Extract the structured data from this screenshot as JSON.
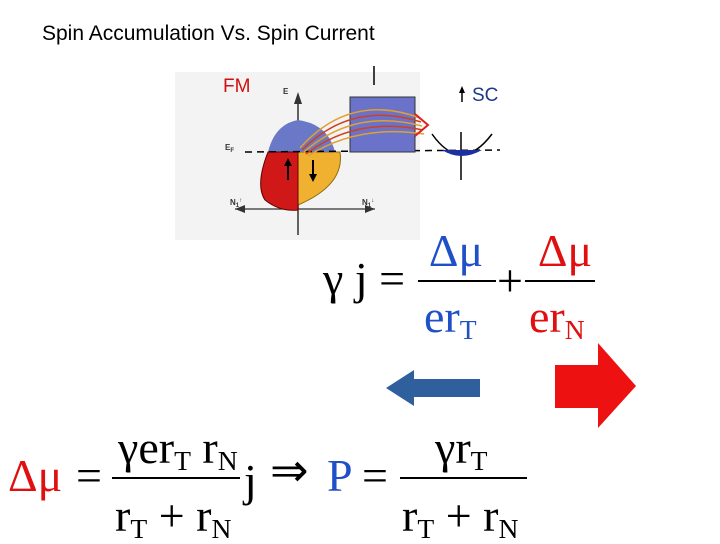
{
  "slide": {
    "title": "Spin Accumulation Vs. Spin Current"
  },
  "figure": {
    "fm_label": "FM",
    "sc_label": "SC",
    "axis_e": "E",
    "axis_ef": "E",
    "axis_ef_sub": "F",
    "axis_n_up": "N",
    "axis_n_up_sub": "1",
    "axis_n_up_sup": "↑",
    "axis_n_down": "N",
    "axis_n_down_sub": "1",
    "axis_n_down_sup": "↓",
    "barrier_label": "I"
  },
  "equation1": {
    "lhs": "γ j =",
    "num1": "Δμ",
    "den1_main": "er",
    "den1_sub": "T",
    "plus": "+",
    "num2": "Δμ",
    "den2_main": "er",
    "den2_sub": "N"
  },
  "equation2": {
    "lhs": "Δμ",
    "eq": "=",
    "num_a": "γer",
    "num_a_sub": "T",
    "num_b": " r",
    "num_b_sub": "N",
    "den_a": "r",
    "den_a_sub": "T",
    "den_plus": " + r",
    "den_b_sub": "N",
    "after": "j",
    "implies": "⇒",
    "p": "P",
    "p_eq": "=",
    "p_num": "γr",
    "p_num_sub": "T",
    "p_den_a": "r",
    "p_den_a_sub": "T",
    "p_den_plus": " + r",
    "p_den_b_sub": "N"
  },
  "colors": {
    "blue_arrow": "#2f5f9c",
    "red_arrow": "#ee1111",
    "fm_red": "#d01818",
    "fm_blue": "#6a78c8",
    "fm_yellow": "#f0b030",
    "barrier_blue": "#6b72c9",
    "sc_band": "#1a2fa0"
  }
}
